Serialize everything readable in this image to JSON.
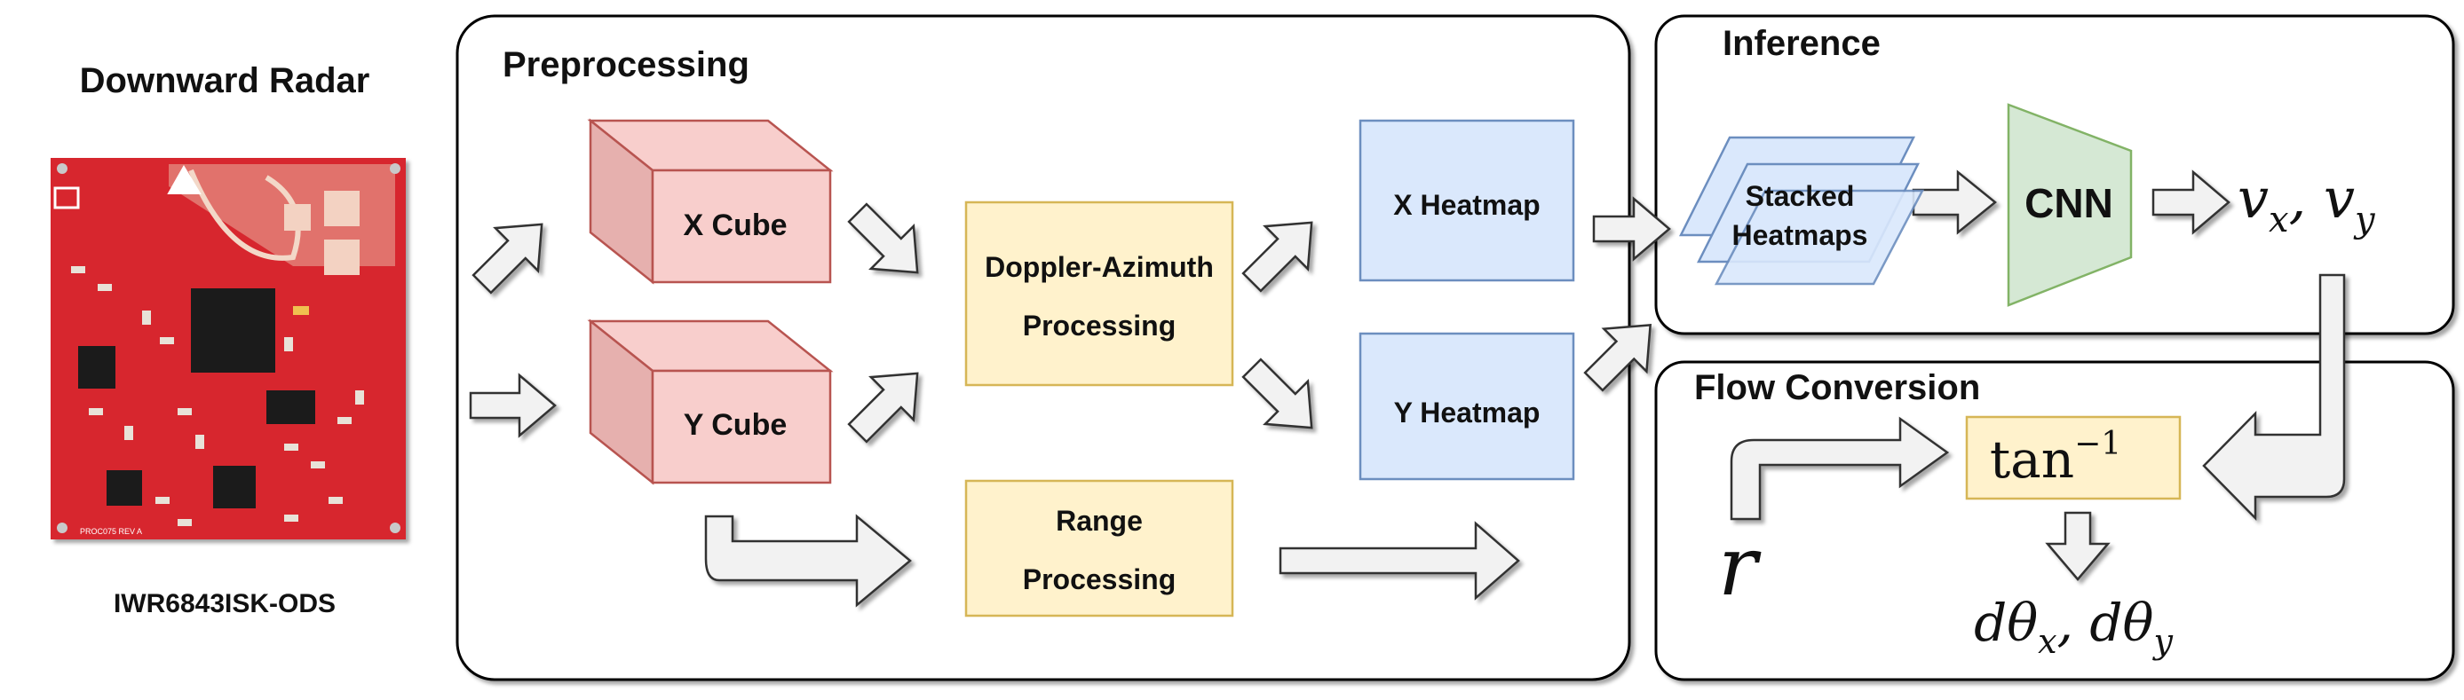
{
  "radar": {
    "title": "Downward Radar",
    "model": "IWR6843ISK-ODS",
    "board_label": "PROC075 REV A"
  },
  "preprocessing": {
    "title": "Preprocessing",
    "x_cube": "X Cube",
    "y_cube": "Y Cube",
    "doppler_line1": "Doppler-Azimuth",
    "doppler_line2": "Processing",
    "x_heatmap": "X Heatmap",
    "y_heatmap": "Y Heatmap",
    "range_line1": "Range",
    "range_line2": "Processing"
  },
  "inference": {
    "title": "Inference",
    "stacked_line1": "Stacked",
    "stacked_line2": "Heatmaps",
    "cnn": "CNN",
    "output_v": "v",
    "output_vx_sub": "x",
    "output_sep": ", ",
    "output_vy_sub": "y"
  },
  "flow_conversion": {
    "title": "Flow Conversion",
    "r": "r",
    "tan_base": "tan",
    "tan_exp": "−1",
    "out_d": "dθ",
    "out_x_sub": "x",
    "out_sep": ", ",
    "out_y_sub": "y"
  },
  "colors": {
    "cube_fill": "#f8cecc",
    "cube_stroke": "#b85450",
    "proc_fill": "#fff2cc",
    "proc_stroke": "#d6b656",
    "heat_fill": "#dae8fc",
    "heat_stroke": "#6c8ebf",
    "cnn_fill": "#d5e8d4",
    "cnn_stroke": "#82b366",
    "pcb_red": "#d7262f"
  }
}
